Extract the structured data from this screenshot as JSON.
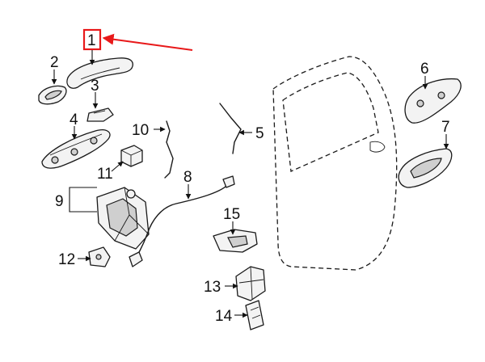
{
  "diagram": {
    "callouts": {
      "c1": "1",
      "c2": "2",
      "c3": "3",
      "c4": "4",
      "c5": "5",
      "c6": "6",
      "c7": "7",
      "c8": "8",
      "c9": "9",
      "c10": "10",
      "c11": "11",
      "c12": "12",
      "c13": "13",
      "c14": "14",
      "c15": "15"
    },
    "highlight_color": "#e8191a"
  }
}
